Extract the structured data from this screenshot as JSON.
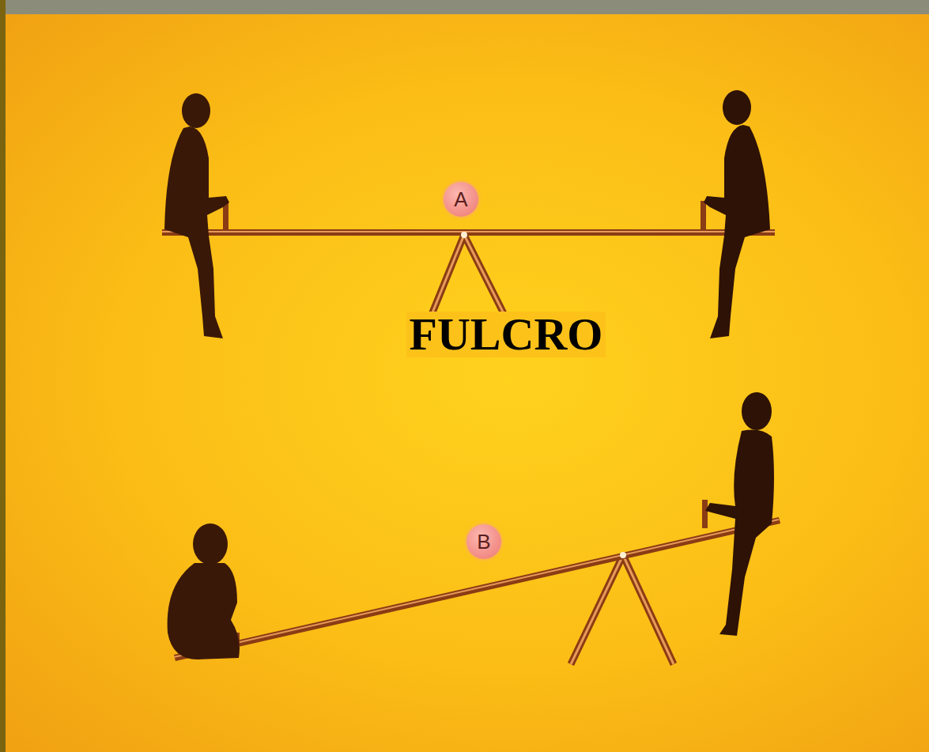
{
  "diagram": {
    "nodes": [
      {
        "text": [
          "A"
        ]
      },
      {
        "text": [
          "B"
        ]
      }
    ],
    "labels": [
      "FULCRO"
    ]
  }
}
